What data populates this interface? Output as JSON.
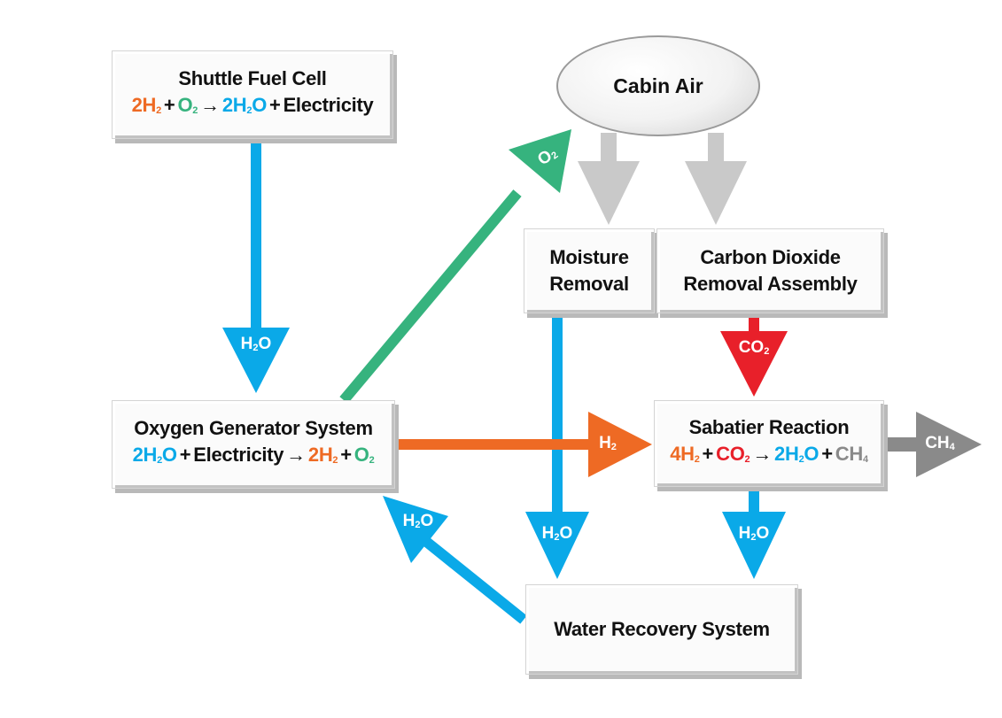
{
  "colors": {
    "water": "#0aa9e8",
    "oxygen": "#36b37e",
    "hydrogen": "#ee6a24",
    "co2": "#e8202a",
    "methane": "#8a8a8a",
    "air": "#c9c9c9"
  },
  "nodes": {
    "fuel_cell": {
      "title": "Shuttle Fuel Cell",
      "equation": [
        {
          "coef": "2",
          "chem": "H",
          "sub": "2",
          "color": "hydrogen"
        },
        {
          "sep": "+"
        },
        {
          "coef": "",
          "chem": "O",
          "sub": "2",
          "color": "oxygen"
        },
        {
          "sep": "→"
        },
        {
          "coef": "2",
          "chem": "H",
          "sub": "2",
          "tail": "O",
          "color": "water"
        },
        {
          "sep": "+"
        },
        {
          "text": "Electricity",
          "color": "text"
        }
      ]
    },
    "cabin_air": {
      "title": "Cabin Air"
    },
    "moisture": {
      "line1": "Moisture",
      "line2": "Removal"
    },
    "co2_removal": {
      "line1": "Carbon Dioxide",
      "line2": "Removal Assembly"
    },
    "oxygen_gen": {
      "title": "Oxygen Generator System",
      "equation": [
        {
          "coef": "2",
          "chem": "H",
          "sub": "2",
          "tail": "O",
          "color": "water"
        },
        {
          "sep": "+"
        },
        {
          "text": "Electricity",
          "color": "text"
        },
        {
          "sep": "→"
        },
        {
          "coef": "2",
          "chem": "H",
          "sub": "2",
          "color": "hydrogen"
        },
        {
          "sep": "+"
        },
        {
          "coef": "",
          "chem": "O",
          "sub": "2",
          "color": "oxygen"
        }
      ]
    },
    "sabatier": {
      "title": "Sabatier Reaction",
      "equation": [
        {
          "coef": "4",
          "chem": "H",
          "sub": "2",
          "color": "hydrogen"
        },
        {
          "sep": "+"
        },
        {
          "coef": "",
          "chem": "CO",
          "sub": "2",
          "color": "co2"
        },
        {
          "sep": "→"
        },
        {
          "coef": "2",
          "chem": "H",
          "sub": "2",
          "tail": "O",
          "color": "water"
        },
        {
          "sep": "+"
        },
        {
          "coef": "",
          "chem": "CH",
          "sub": "4",
          "color": "methane"
        }
      ]
    },
    "water_recovery": {
      "title": "Water Recovery System"
    }
  },
  "flows": {
    "fuel_to_oxygen": {
      "chem": "H",
      "sub": "2",
      "tail": "O"
    },
    "oxygen_to_cabin": {
      "chem": "O",
      "sub": "2",
      "tail": ""
    },
    "oxygen_to_sabatier": {
      "chem": "H",
      "sub": "2",
      "tail": ""
    },
    "co2_to_sabatier": {
      "chem": "CO",
      "sub": "2",
      "tail": ""
    },
    "sabatier_out": {
      "chem": "CH",
      "sub": "4",
      "tail": ""
    },
    "moisture_to_water": {
      "chem": "H",
      "sub": "2",
      "tail": "O"
    },
    "sabatier_to_water": {
      "chem": "H",
      "sub": "2",
      "tail": "O"
    },
    "water_to_oxygen": {
      "chem": "H",
      "sub": "2",
      "tail": "O"
    }
  }
}
